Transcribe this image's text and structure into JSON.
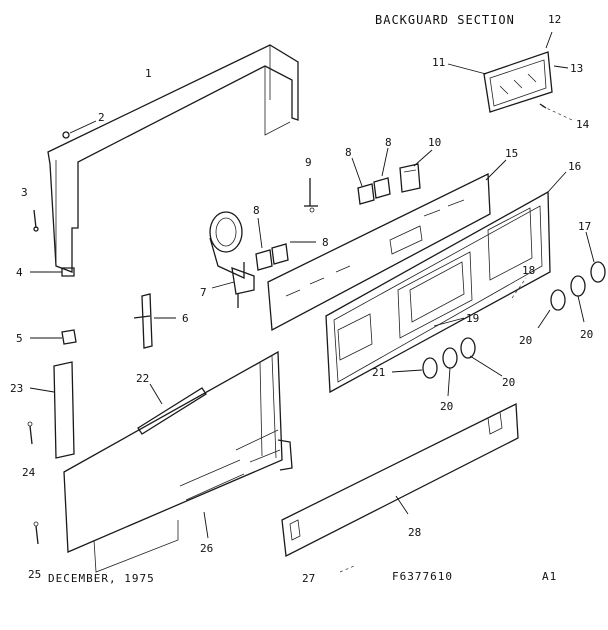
{
  "title": "BACKGUARD SECTION",
  "footer": {
    "date": "DECEMBER, 1975",
    "drawing_number": "F6377610",
    "sheet": "A1"
  },
  "callouts": {
    "c1": "1",
    "c2": "2",
    "c3": "3",
    "c4": "4",
    "c5": "5",
    "c6": "6",
    "c7": "7",
    "c8a": "8",
    "c8b": "8",
    "c8c": "8",
    "c8d": "8",
    "c9": "9",
    "c10": "10",
    "c11": "11",
    "c12": "12",
    "c13": "13",
    "c14": "14",
    "c15": "15",
    "c16": "16",
    "c17": "17",
    "c18": "18",
    "c19": "19",
    "c20a": "20",
    "c20b": "20",
    "c20c": "20",
    "c20d": "20",
    "c21": "21",
    "c22": "22",
    "c23": "23",
    "c24": "24",
    "c25": "25",
    "c26": "26",
    "c27": "27",
    "c28": "28"
  }
}
